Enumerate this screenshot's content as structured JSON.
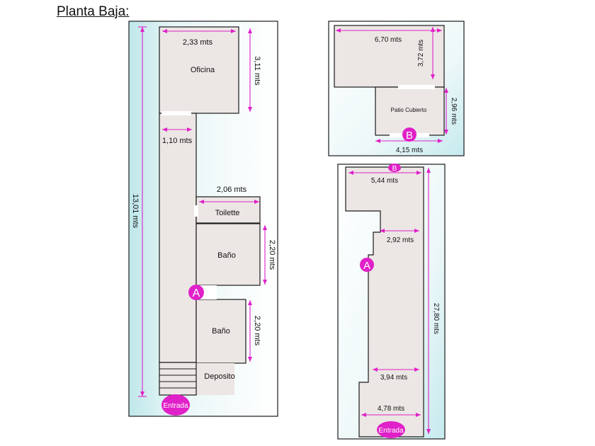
{
  "title": "Planta Baja:",
  "colors": {
    "wall": "#1a1a1a",
    "floor": "#ece7e5",
    "dimension": "#e020c8",
    "marker": "#e020c8",
    "panel_glow": "#cdeef0"
  },
  "plan_left": {
    "rooms": {
      "oficina": "Oficina",
      "toilette": "Toilette",
      "bano1": "Baño",
      "bano2": "Baño",
      "deposito": "Deposito"
    },
    "dims": {
      "oficina_w": "2,33 mts",
      "oficina_h": "3,11 mts",
      "corridor_w": "1,10 mts",
      "toilette_w": "2,06 mts",
      "bano1_h": "2,20 mts",
      "bano2_h": "2,20 mts",
      "total_h": "13,01 mts"
    },
    "markers": {
      "a": "A",
      "entrada": "Entrada"
    }
  },
  "plan_top_right": {
    "rooms": {
      "patio": "Patio Cubierto"
    },
    "dims": {
      "top_w": "6,70 mts",
      "top_h": "3,72 mts",
      "patio_h": "2,96 mts",
      "patio_w": "4,15 mts"
    },
    "markers": {
      "b": "B"
    }
  },
  "plan_bottom_right": {
    "dims": {
      "top_w": "5,44 mts",
      "mid_w": "2,92 mts",
      "total_h": "27,80 mts",
      "lower_w": "3,94 mts",
      "bottom_w": "4,78 mts"
    },
    "markers": {
      "b": "B",
      "a": "A",
      "entrada": "Entrada"
    }
  }
}
